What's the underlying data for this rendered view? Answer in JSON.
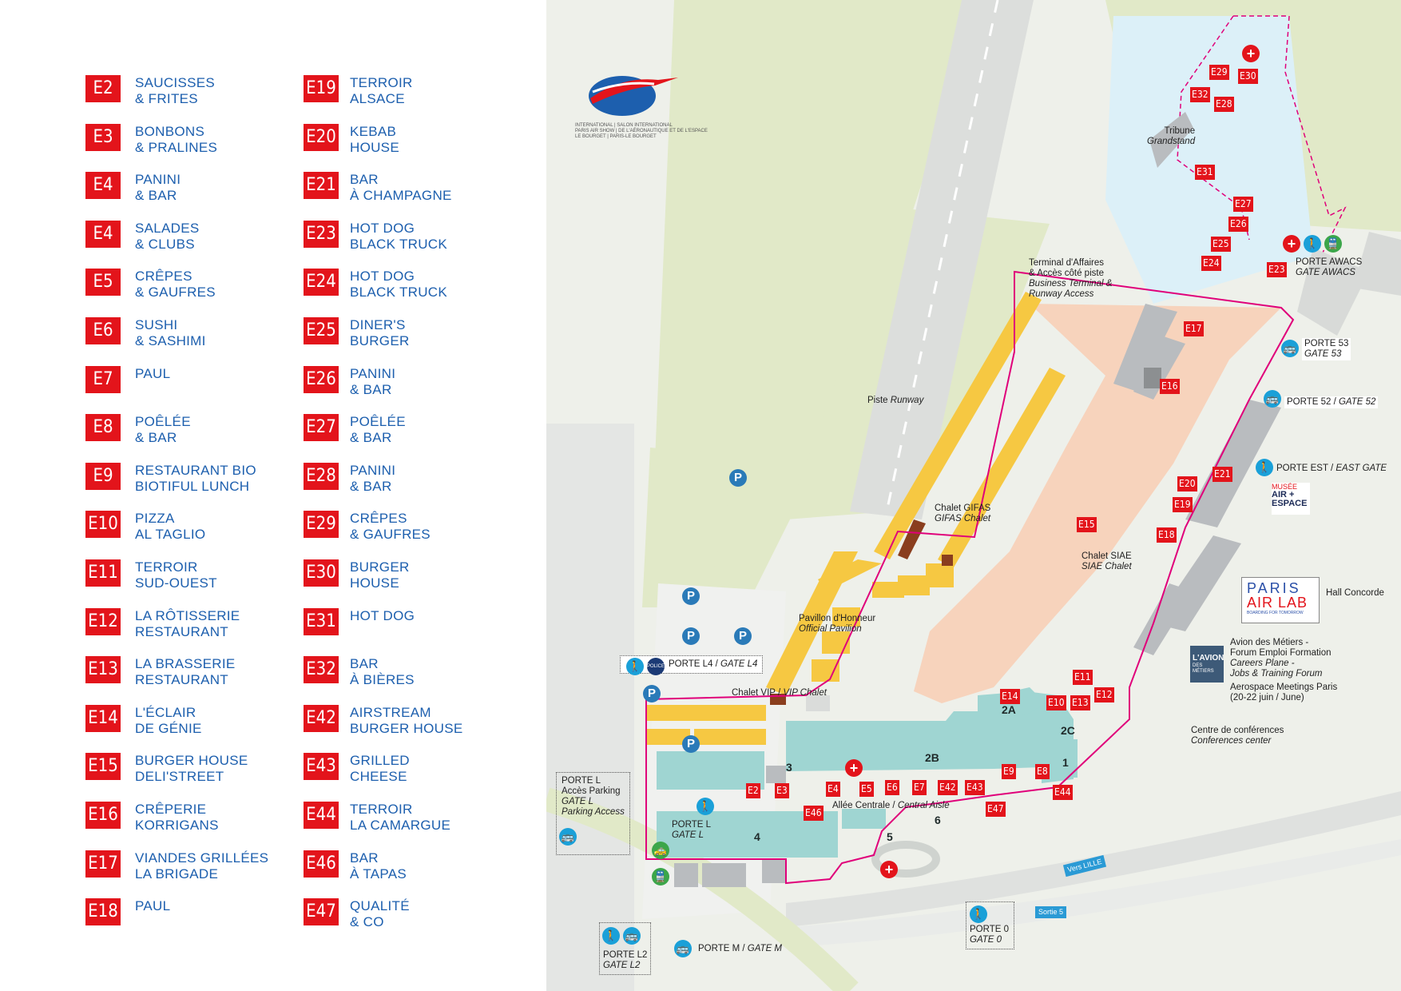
{
  "legend_left": [
    {
      "code": "E2",
      "name": "SAUCISSES\n& FRITES"
    },
    {
      "code": "E3",
      "name": "BONBONS\n& PRALINES"
    },
    {
      "code": "E4",
      "name": "PANINI\n& BAR"
    },
    {
      "code": "E4",
      "name": "SALADES\n& CLUBS"
    },
    {
      "code": "E5",
      "name": "CRÊPES\n& GAUFRES"
    },
    {
      "code": "E6",
      "name": "SUSHI\n& SASHIMI"
    },
    {
      "code": "E7",
      "name": "PAUL"
    },
    {
      "code": "E8",
      "name": "POÊLÉE\n& BAR"
    },
    {
      "code": "E9",
      "name": "RESTAURANT BIO\nBIOTIFUL LUNCH"
    },
    {
      "code": "E10",
      "name": "PIZZA\nAL TAGLIO"
    },
    {
      "code": "E11",
      "name": "TERROIR\nSUD-OUEST"
    },
    {
      "code": "E12",
      "name": "LA RÔTISSERIE\nRESTAURANT"
    },
    {
      "code": "E13",
      "name": "LA BRASSERIE\nRESTAURANT"
    },
    {
      "code": "E14",
      "name": "L'ÉCLAIR\nDE GÉNIE"
    },
    {
      "code": "E15",
      "name": "BURGER HOUSE\nDELI'STREET"
    },
    {
      "code": "E16",
      "name": "CRÊPERIE\nKORRIGANS"
    },
    {
      "code": "E17",
      "name": "VIANDES GRILLÉES\nLA BRIGADE"
    },
    {
      "code": "E18",
      "name": "PAUL"
    }
  ],
  "legend_right": [
    {
      "code": "E19",
      "name": "TERROIR\nALSACE"
    },
    {
      "code": "E20",
      "name": "KEBAB\nHOUSE"
    },
    {
      "code": "E21",
      "name": "BAR\nÀ CHAMPAGNE"
    },
    {
      "code": "E23",
      "name": "HOT DOG\nBLACK TRUCK"
    },
    {
      "code": "E24",
      "name": "HOT DOG\nBLACK TRUCK"
    },
    {
      "code": "E25",
      "name": "DINER'S\nBURGER"
    },
    {
      "code": "E26",
      "name": "PANINI\n& BAR"
    },
    {
      "code": "E27",
      "name": "POÊLÉE\n& BAR"
    },
    {
      "code": "E28",
      "name": "PANINI\n& BAR"
    },
    {
      "code": "E29",
      "name": "CRÊPES\n& GAUFRES"
    },
    {
      "code": "E30",
      "name": "BURGER\nHOUSE"
    },
    {
      "code": "E31",
      "name": "HOT DOG"
    },
    {
      "code": "E32",
      "name": "BAR\nÀ BIÈRES"
    },
    {
      "code": "E42",
      "name": "AIRSTREAM\nBURGER HOUSE"
    },
    {
      "code": "E43",
      "name": "GRILLED\nCHEESE"
    },
    {
      "code": "E44",
      "name": "TERROIR\nLA CAMARGUE"
    },
    {
      "code": "E46",
      "name": "BAR\nÀ TAPAS"
    },
    {
      "code": "E47",
      "name": "QUALITÉ\n& CO"
    }
  ],
  "logo": {
    "line1": "INTERNATIONAL | SALON INTERNATIONAL",
    "line2": "PARIS AIR SHOW | DE L'AÉRONAUTIQUE ET DE L'ESPACE",
    "line3": "LE BOURGET | PARIS-LE BOURGET"
  },
  "map": {
    "runway": "Piste ",
    "runway_en": "Runway",
    "tribune": "Tribune",
    "grandstand": "Grandstand",
    "terminal_fr": "Terminal d'Affaires\n& Accès côté piste",
    "terminal_en": "Business Terminal &\nRunway Access",
    "chalet_gifas_fr": "Chalet GIFAS",
    "chalet_gifas_en": "GIFAS Chalet",
    "chalet_siae_fr": "Chalet SIAE",
    "chalet_siae_en": "SIAE Chalet",
    "pavillon_fr": "Pavillon d'Honneur",
    "pavillon_en": "Official Pavilion",
    "chalet_vip": "Chalet VIP / ",
    "chalet_vip_en": "VIP Chalet",
    "porte_l4": "PORTE L4 / ",
    "porte_l4_en": "GATE L4",
    "allee": "Allée Centrale / ",
    "allee_en": "Central Aisle",
    "porte_l_parking_fr": "PORTE L\nAccès Parking",
    "porte_l_parking_en": "GATE L\nParking Access",
    "porte_l": "PORTE L",
    "gate_l": "GATE L",
    "porte_l2": "PORTE L2",
    "gate_l2": "GATE L2",
    "porte_m": "PORTE M / ",
    "gate_m": "GATE M",
    "porte_0": "PORTE 0",
    "gate_0": "GATE 0",
    "porte_awacs": "PORTE AWACS",
    "gate_awacs": "GATE AWACS",
    "porte_53": "PORTE 53",
    "gate_53": "GATE 53",
    "porte_52": "PORTE 52 / ",
    "gate_52": "GATE 52",
    "porte_est": "PORTE EST / ",
    "east_gate": "EAST GATE",
    "hall_concorde": "Hall Concorde",
    "avion_metiers_fr": "Avion des Métiers -\nForum Emploi Formation",
    "avion_metiers_en": "Careers Plane -\nJobs & Training Forum",
    "aerospace": "Aerospace Meetings Paris\n(20-22 juin / June)",
    "conf_fr": "Centre de conférences",
    "conf_en": "Conferences center",
    "vers_lille": "Vers LILLE",
    "sortie5": "Sortie 5",
    "musee_l1": "MUSÉE",
    "musee_l2": "AIR +",
    "musee_l3": "ESPACE",
    "airlab_l1": "PARIS",
    "airlab_l2": "AIR LAB",
    "airlab_tag": "BOARDING FOR TOMORROW",
    "avion_logo_l1": "L'AVION",
    "avion_logo_l2": "DES MÉTIERS",
    "police": "POLICE",
    "parking": "P",
    "halls": [
      "1",
      "2A",
      "2B",
      "2C",
      "3",
      "4",
      "5",
      "6"
    ],
    "badges": [
      "E2",
      "E3",
      "E4",
      "E5",
      "E6",
      "E7",
      "E42",
      "E43",
      "E9",
      "E8",
      "E44",
      "E46",
      "E47",
      "E14",
      "E10",
      "E13",
      "E11",
      "E12",
      "E15",
      "E16",
      "E17",
      "E18",
      "E19",
      "E20",
      "E21",
      "E23",
      "E24",
      "E25",
      "E26",
      "E27",
      "E28",
      "E29",
      "E30",
      "E31",
      "E32"
    ]
  },
  "colors": {
    "accent_red": "#e3141b",
    "legend_text": "#1d5fae",
    "perimeter": "#e0007a",
    "grass": "#e1e9c8",
    "hall": "#9fd5d2",
    "expo": "#f7d3bc",
    "chalets": "#f6c842",
    "awacs": "#dcf0f8"
  }
}
